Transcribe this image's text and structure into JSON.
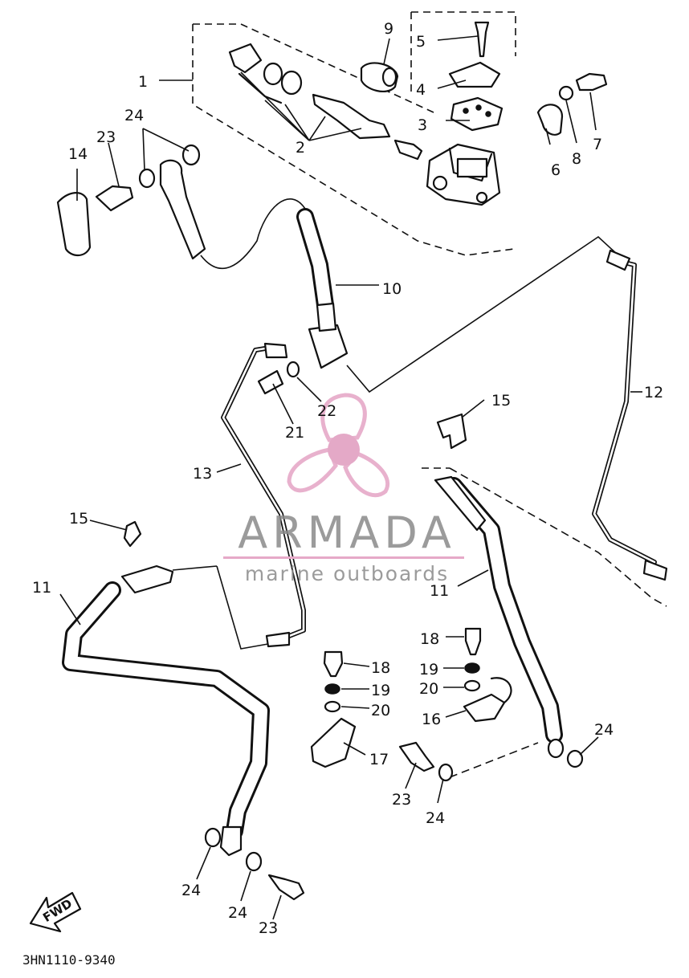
{
  "callouts": [
    {
      "id": "c1",
      "text": "1"
    },
    {
      "id": "c2",
      "text": "2"
    },
    {
      "id": "c3",
      "text": "3"
    },
    {
      "id": "c4",
      "text": "4"
    },
    {
      "id": "c5",
      "text": "5"
    },
    {
      "id": "c6",
      "text": "6"
    },
    {
      "id": "c7",
      "text": "7"
    },
    {
      "id": "c8",
      "text": "8"
    },
    {
      "id": "c9",
      "text": "9"
    },
    {
      "id": "c10",
      "text": "10"
    },
    {
      "id": "c11a",
      "text": "11"
    },
    {
      "id": "c11b",
      "text": "11"
    },
    {
      "id": "c12",
      "text": "12"
    },
    {
      "id": "c13",
      "text": "13"
    },
    {
      "id": "c14",
      "text": "14"
    },
    {
      "id": "c15a",
      "text": "15"
    },
    {
      "id": "c15b",
      "text": "15"
    },
    {
      "id": "c16",
      "text": "16"
    },
    {
      "id": "c17",
      "text": "17"
    },
    {
      "id": "c18a",
      "text": "18"
    },
    {
      "id": "c18b",
      "text": "18"
    },
    {
      "id": "c19a",
      "text": "19"
    },
    {
      "id": "c19b",
      "text": "19"
    },
    {
      "id": "c20a",
      "text": "20"
    },
    {
      "id": "c20b",
      "text": "20"
    },
    {
      "id": "c21",
      "text": "21"
    },
    {
      "id": "c22",
      "text": "22"
    },
    {
      "id": "c23a",
      "text": "23"
    },
    {
      "id": "c23b",
      "text": "23"
    },
    {
      "id": "c23c",
      "text": "23"
    },
    {
      "id": "c24a",
      "text": "24"
    },
    {
      "id": "c24b",
      "text": "24"
    },
    {
      "id": "c24c",
      "text": "24"
    },
    {
      "id": "c24d",
      "text": "24"
    },
    {
      "id": "c24e",
      "text": "24"
    }
  ],
  "fwd_label": "FWD",
  "drawing_code": "3HN1110-9340",
  "watermark": {
    "brand": "ARMADA",
    "tagline": "marine outboards",
    "logo_color": "#e6a9c8",
    "hub_color": "#e2a0c2",
    "text_color": "#8a8a8a"
  }
}
